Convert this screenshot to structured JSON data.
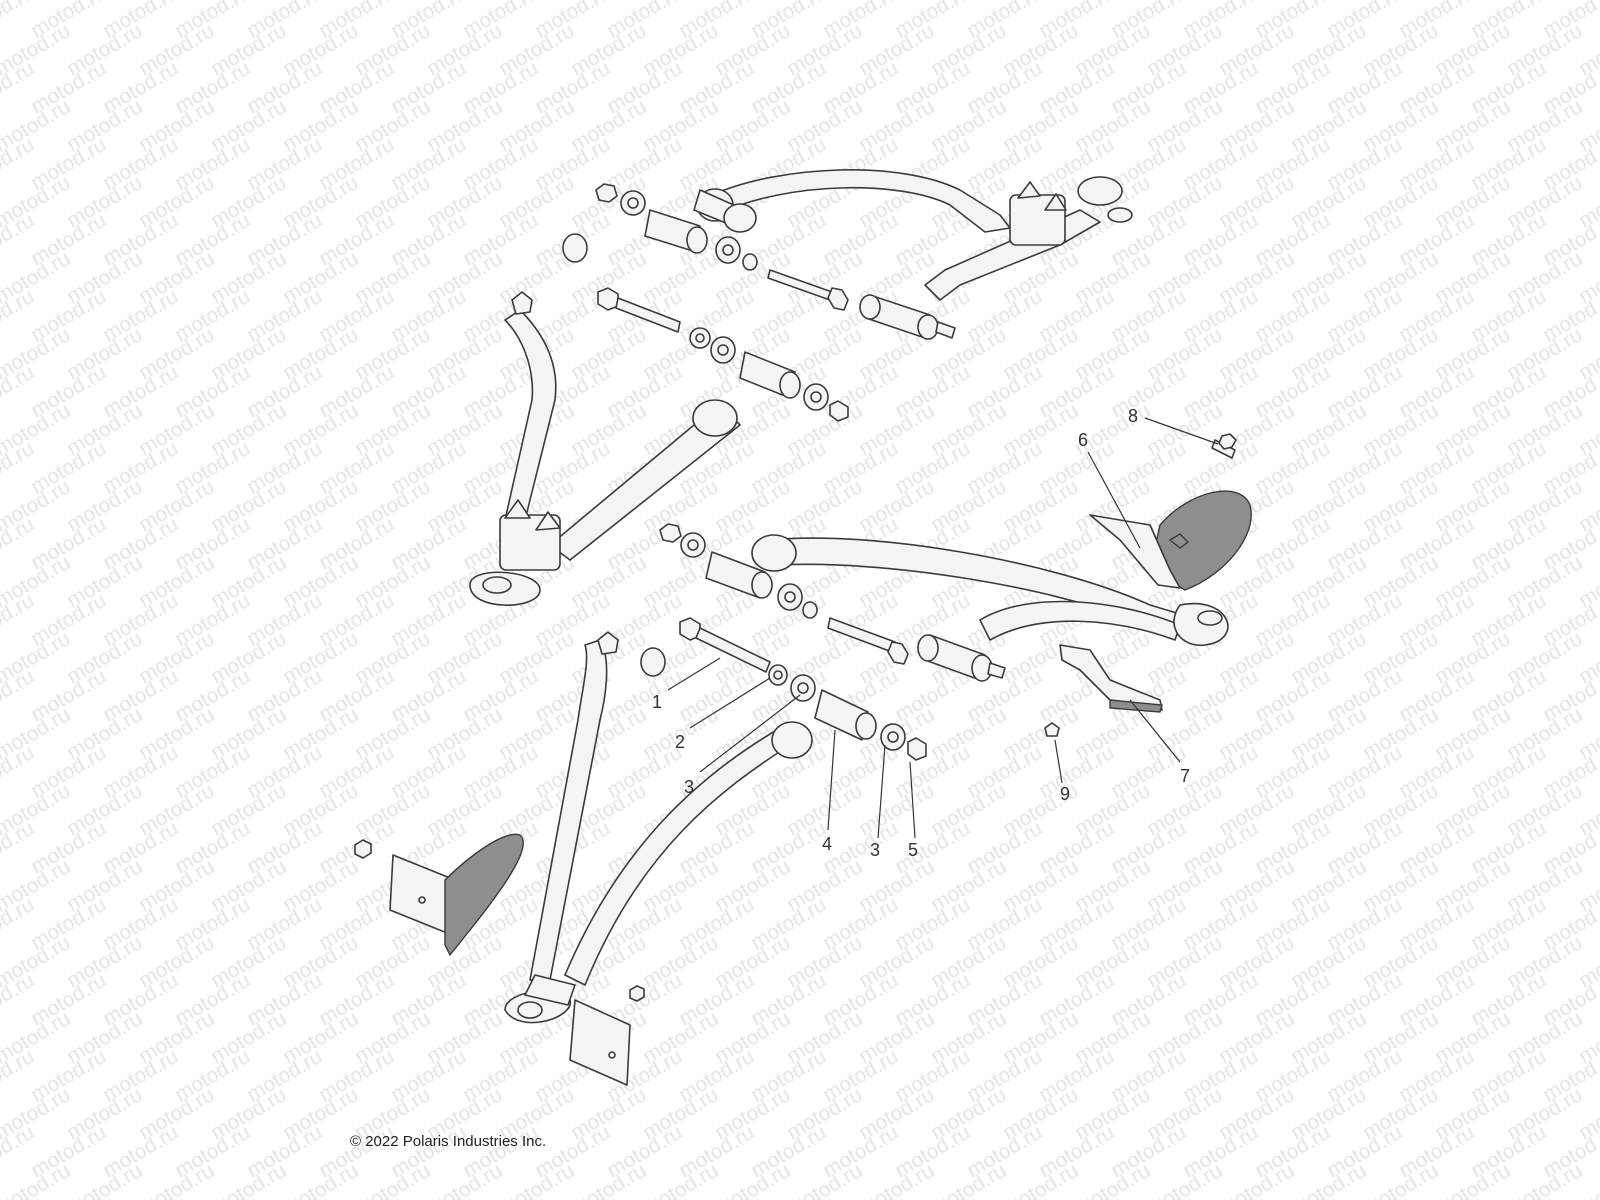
{
  "watermark_text": "motod.ru",
  "copyright": "© 2022 Polaris Industries Inc.",
  "callouts": [
    {
      "id": "callout-1",
      "label": "1"
    },
    {
      "id": "callout-2",
      "label": "2"
    },
    {
      "id": "callout-3a",
      "label": "3"
    },
    {
      "id": "callout-4",
      "label": "4"
    },
    {
      "id": "callout-3b",
      "label": "3"
    },
    {
      "id": "callout-5",
      "label": "5"
    },
    {
      "id": "callout-6",
      "label": "6"
    },
    {
      "id": "callout-7",
      "label": "7"
    },
    {
      "id": "callout-8",
      "label": "8"
    },
    {
      "id": "callout-9",
      "label": "9"
    }
  ],
  "colors": {
    "line": "#3a3a3a",
    "part_fill": "#f4f4f4",
    "dark_part": "#8e8e8e",
    "watermark": "#e4e4e4"
  }
}
